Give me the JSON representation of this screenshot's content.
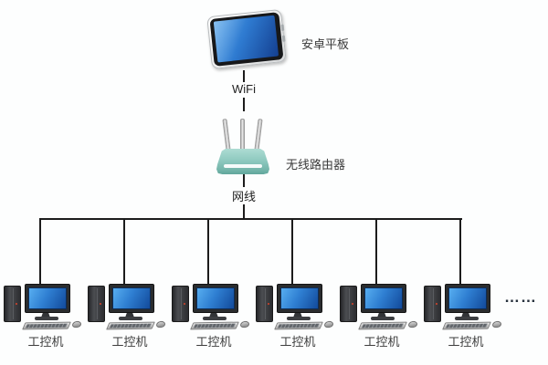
{
  "diagram": {
    "nodes": {
      "tablet": {
        "label": "安卓平板",
        "icon": "tablet-icon"
      },
      "router": {
        "label": "无线路由器",
        "icon": "wireless-router-icon"
      },
      "workstations": [
        {
          "label": "工控机"
        },
        {
          "label": "工控机"
        },
        {
          "label": "工控机"
        },
        {
          "label": "工控机"
        },
        {
          "label": "工控机"
        },
        {
          "label": "工控机"
        }
      ],
      "more_indicator": "……"
    },
    "links": {
      "wifi": {
        "label": "WiFi",
        "style": "broken-vertical"
      },
      "lan": {
        "label": "网线",
        "style": "solid-vertical"
      }
    },
    "colors": {
      "screen_blue": "#2e7ad0",
      "router_teal": "#8fcac0",
      "line": "#1c1c1c",
      "text": "#3a3a3a",
      "background": "#fdfefe"
    }
  }
}
